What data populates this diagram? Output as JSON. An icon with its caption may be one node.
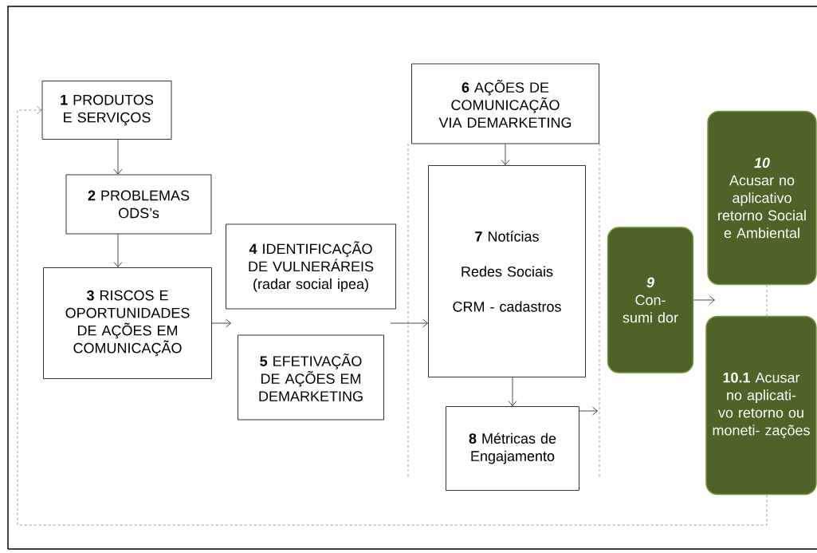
{
  "diagram": {
    "nodes": [
      {
        "text": [
          "**1** PRODUTOS E SERVIÇOS"
        ]
      },
      {
        "text": [
          "**2** PROBLEMAS ODS’s"
        ]
      },
      {
        "text": [
          "**3** RISCOS E OPORTUNIDADES DE AÇÕES EM COMUNICAÇÃO"
        ]
      },
      {
        "text": [
          "**4** IDENTIFICAÇÃO DE VULNERÁREIS (radar social ipea)"
        ]
      },
      {
        "text": [
          "**5** EFETIVAÇÃO DE AÇÕES EM DEMARKETING"
        ]
      },
      {
        "text": [
          "**6** AÇÕES DE COMUNICAÇÃO VIA DEMARKETING"
        ]
      },
      {
        "text": [
          "**7** Notícias",
          "Redes Sociais",
          "CRM - cadastros"
        ]
      },
      {
        "text": [
          "**8** Métricas de Engajamento"
        ]
      },
      {
        "text": [
          "9",
          "Con- sumi dor"
        ]
      },
      {
        "text": [
          "10",
          "Acusar no aplicativo retorno Social e Ambiental"
        ]
      },
      {
        "text": [
          "**10.1** Acusar no aplicati- vo retorno ou moneti- zações"
        ]
      }
    ],
    "edges": [
      {
        "from": 0,
        "to": 1,
        "arrow": "to"
      },
      {
        "from": 1,
        "to": 2,
        "arrow": "to"
      },
      {
        "from": 2,
        "to": null,
        "arrow": "to"
      },
      {
        "from": null,
        "to": 6,
        "arrow": "to"
      },
      {
        "from": 5,
        "to": 6,
        "arrow": "to"
      },
      {
        "from": 6,
        "to": 7,
        "arrow": "to"
      },
      {
        "from": 7,
        "to": null,
        "arrow": "to"
      },
      {
        "from": 8,
        "to": null,
        "arrow": "to"
      },
      {
        "from": 9,
        "to": 10,
        "arrow": "none",
        "style": "dashed"
      },
      {
        "from": 10,
        "to": 0,
        "arrow": "to",
        "style": "dashed"
      }
    ]
  }
}
